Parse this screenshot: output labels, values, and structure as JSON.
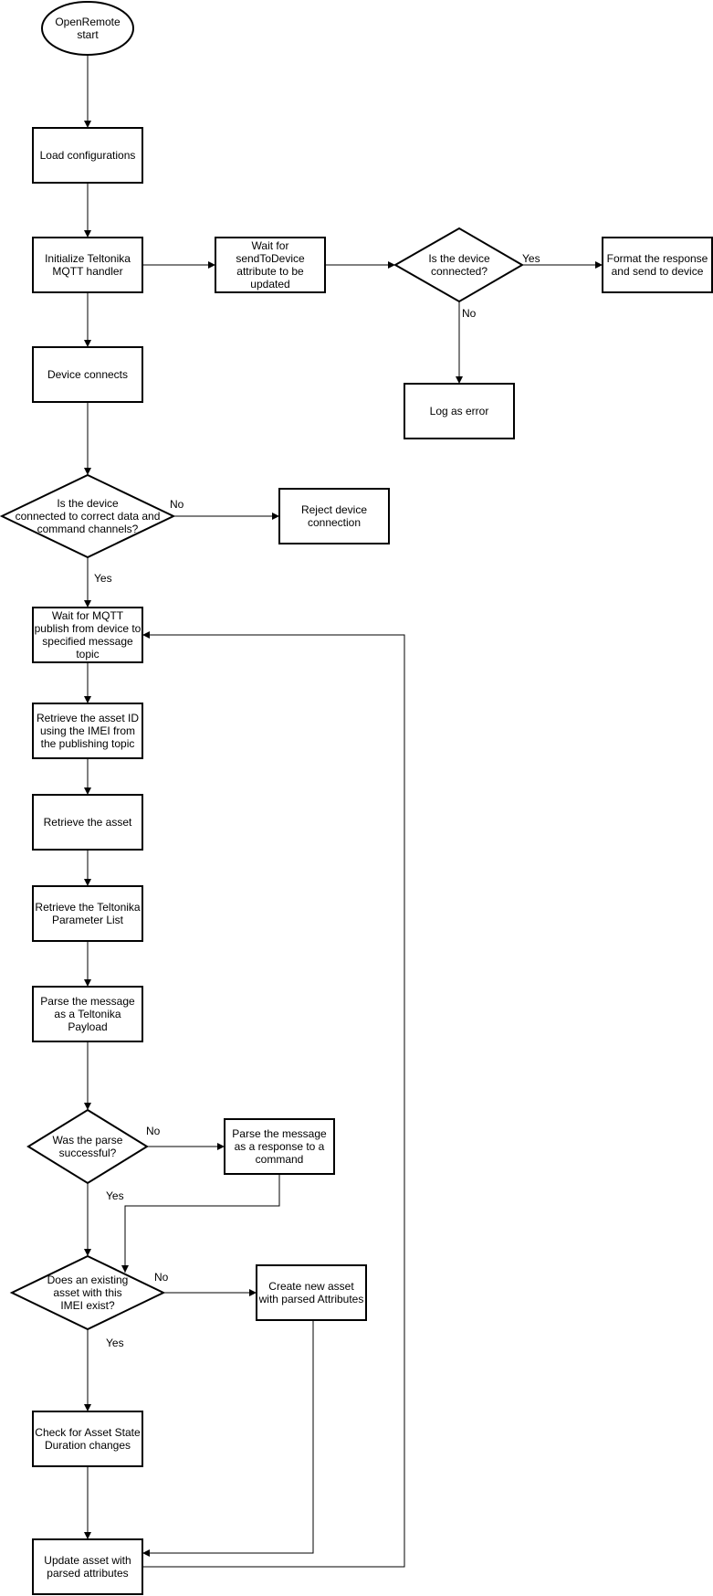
{
  "nodes": {
    "start": [
      "OpenRemote",
      "start"
    ],
    "load_config": [
      "Load configurations"
    ],
    "init_handler": [
      "Initialize Teltonika",
      "MQTT handler"
    ],
    "wait_send": [
      "Wait for",
      "sendToDevice",
      "attribute to be",
      "updated"
    ],
    "device_connected_q": [
      "Is the device",
      "connected?"
    ],
    "format_send": [
      "Format the response",
      "and send to device"
    ],
    "log_error": [
      "Log as error"
    ],
    "device_connects": [
      "Device connects"
    ],
    "channels_q": [
      "Is the device",
      "connected to correct data and",
      "command channels?"
    ],
    "reject": [
      "Reject device",
      "connection"
    ],
    "wait_publish": [
      "Wait for MQTT",
      "publish from device to",
      "specified message",
      "topic"
    ],
    "retrieve_id": [
      "Retrieve the asset ID",
      "using the IMEI from",
      "the publishing topic"
    ],
    "retrieve_asset": [
      "Retrieve the asset"
    ],
    "retrieve_params": [
      "Retrieve the Teltonika",
      "Parameter List"
    ],
    "parse_payload": [
      "Parse the message",
      "as a Teltonika",
      "Payload"
    ],
    "parse_ok_q": [
      "Was the parse",
      "successful?"
    ],
    "parse_response": [
      "Parse the message",
      "as a response to a",
      "command"
    ],
    "asset_exists_q": [
      "Does an existing",
      "asset with this",
      "IMEI exist?"
    ],
    "create_asset": [
      "Create new asset",
      "with parsed Attributes"
    ],
    "check_duration": [
      "Check for Asset State",
      "Duration changes"
    ],
    "update_asset": [
      "Update asset with",
      "parsed attributes"
    ]
  },
  "edge_labels": {
    "yes_connected": "Yes",
    "no_connected": "No",
    "no_channels": "No",
    "yes_channels": "Yes",
    "no_parse": "No",
    "yes_parse": "Yes",
    "no_exists": "No",
    "yes_exists": "Yes"
  }
}
